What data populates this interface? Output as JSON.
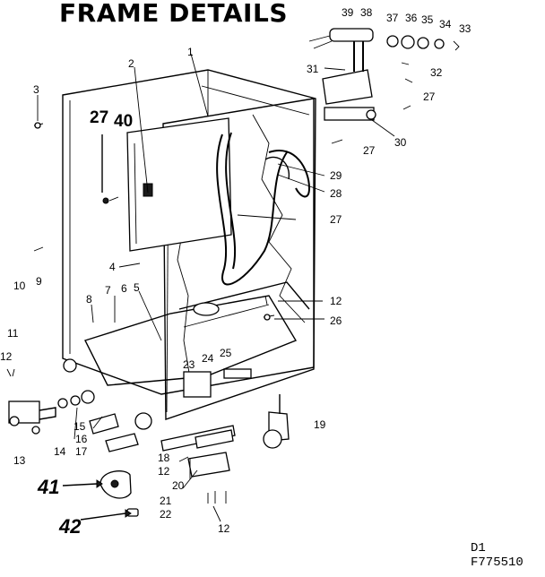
{
  "title": "FRAME DETAILS",
  "footer": {
    "line1": "D1",
    "line2": "F775510"
  },
  "labels": {
    "n1": "1",
    "n2": "2",
    "n3": "3",
    "n4": "4",
    "n5": "5",
    "n6": "6",
    "n7": "7",
    "n8": "8",
    "n9": "9",
    "n10": "10",
    "n11": "11",
    "n12": "12",
    "n13": "13",
    "n14": "14",
    "n15": "15",
    "n16": "16",
    "n17": "17",
    "n18": "18",
    "n19": "19",
    "n20": "20",
    "n21": "21",
    "n22": "22",
    "n23": "23",
    "n24": "24",
    "n25": "25",
    "n26": "26",
    "n27": "27",
    "n28": "28",
    "n29": "29",
    "n30": "30",
    "n31": "31",
    "n32": "32",
    "n33": "33",
    "n34": "34",
    "n35": "35",
    "n36": "36",
    "n37": "37",
    "n38": "38",
    "n39": "39",
    "n40": "40",
    "n41": "41",
    "n42": "42"
  }
}
